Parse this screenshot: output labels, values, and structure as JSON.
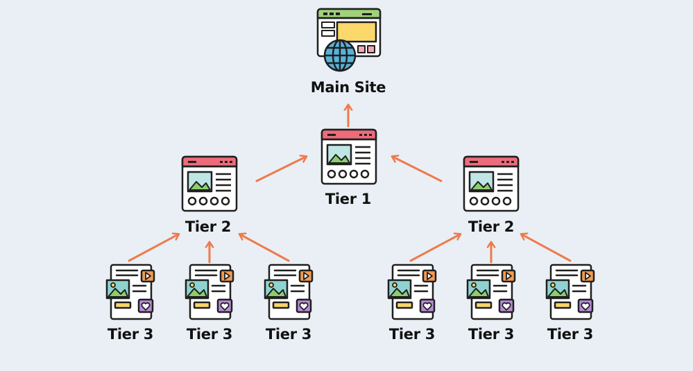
{
  "colors": {
    "background": "#e9eff4",
    "arrow": "#ee7a4c",
    "outline": "#1f1f1f",
    "header_red": "#ee6b7b",
    "header_green": "#9fd27a",
    "panel_yellow": "#fbd86b",
    "panel_pink": "#f4a7b5",
    "globe_blue": "#58b3d8",
    "image_teal": "#8fd3d0",
    "image_green": "#8ccf6a",
    "play_orange": "#f29b51",
    "heart_purple": "#b98ad9",
    "bar_yellow": "#f7d56a"
  },
  "nodes": {
    "main_site": {
      "label": "Main Site",
      "icon": "browser-globe-icon"
    },
    "tier1": {
      "label": "Tier 1",
      "icon": "webpage-icon"
    },
    "tier2_left": {
      "label": "Tier 2",
      "icon": "webpage-icon"
    },
    "tier2_right": {
      "label": "Tier 2",
      "icon": "webpage-icon"
    },
    "tier3": [
      {
        "label": "Tier 3",
        "icon": "content-post-icon"
      },
      {
        "label": "Tier 3",
        "icon": "content-post-icon"
      },
      {
        "label": "Tier 3",
        "icon": "content-post-icon"
      },
      {
        "label": "Tier 3",
        "icon": "content-post-icon"
      },
      {
        "label": "Tier 3",
        "icon": "content-post-icon"
      },
      {
        "label": "Tier 3",
        "icon": "content-post-icon"
      }
    ]
  }
}
